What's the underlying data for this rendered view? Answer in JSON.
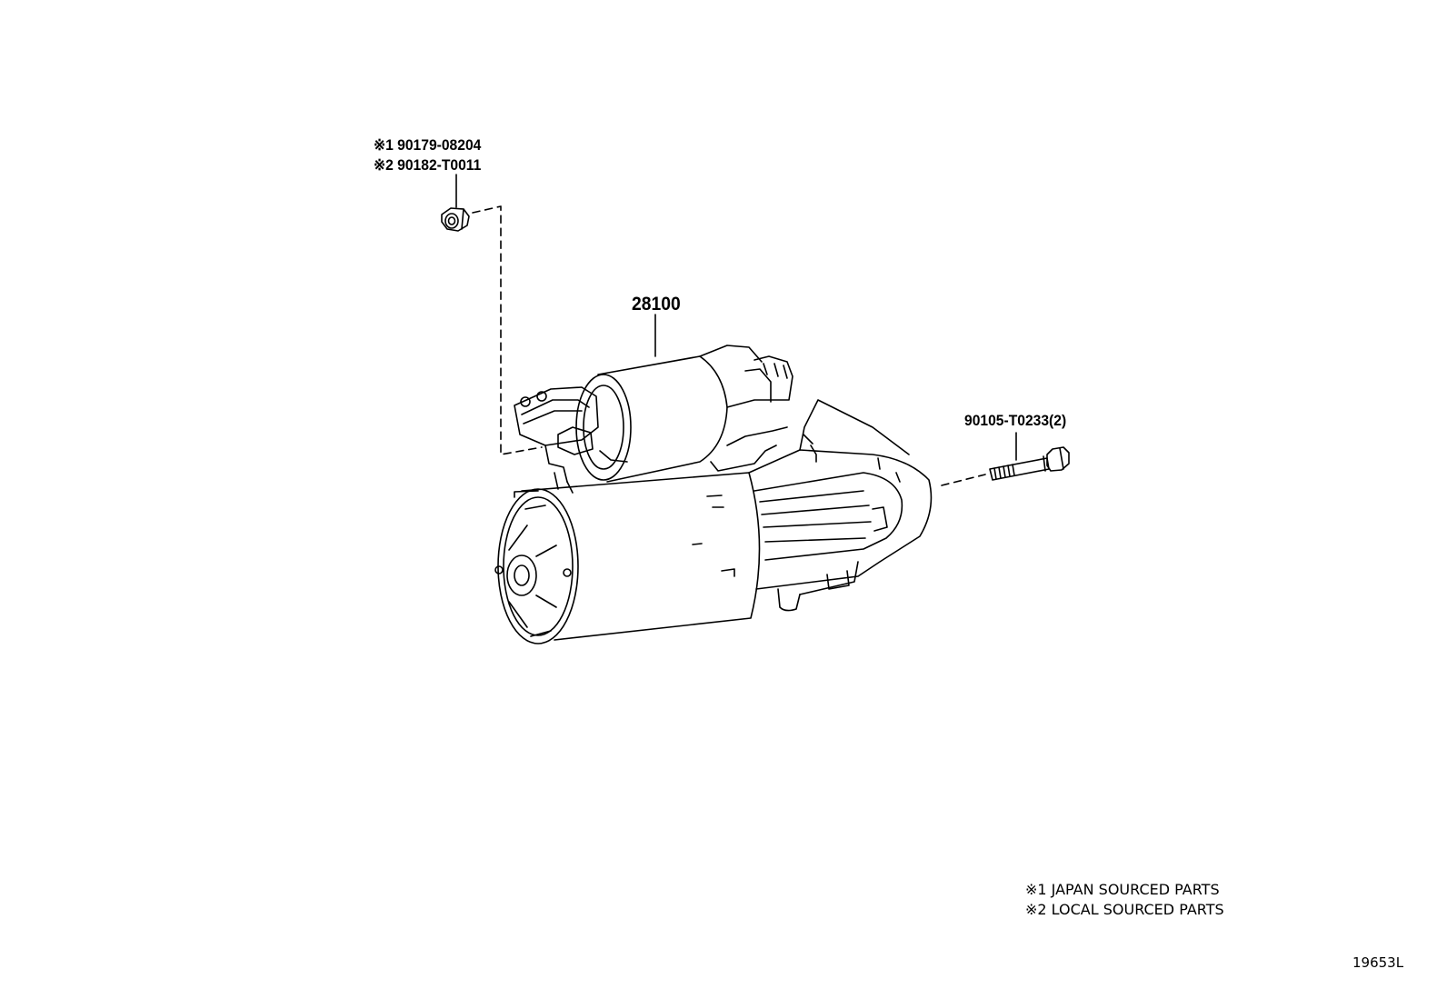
{
  "callouts": {
    "nut_line1": "※1 90179-08204",
    "nut_line2": "※2 90182-T0011",
    "starter": "28100",
    "bolt": "90105-T0233(2)"
  },
  "legend": {
    "line1": "※1 JAPAN SOURCED PARTS",
    "line2": "※2 LOCAL SOURCED PARTS"
  },
  "figure_number": "19653L"
}
